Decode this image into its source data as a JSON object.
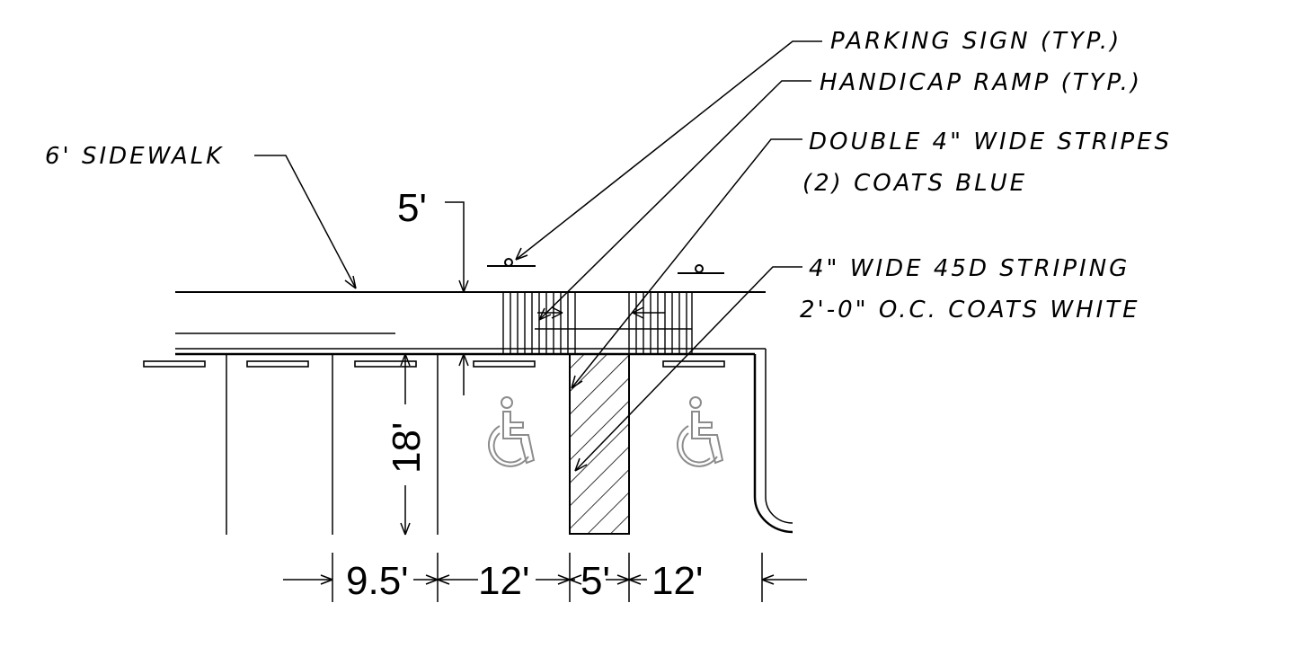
{
  "labels": {
    "parking_sign": "PARKING SIGN (TYP.)",
    "handicap_ramp": "HANDICAP RAMP (TYP.)",
    "stripes_line1": "DOUBLE 4\" WIDE STRIPES",
    "stripes_line2": "(2) COATS BLUE",
    "sidewalk": "6' SIDEWALK",
    "striping_line1": "4\" WIDE  45D STRIPING",
    "striping_line2": "2'-0\" O.C. COATS WHITE"
  },
  "dimensions": {
    "sidewalk_offset": "5'",
    "stall_depth": "18'",
    "stall_width": "9.5'",
    "hc_stall_1": "12'",
    "access_aisle": "5'",
    "hc_stall_2": "12'"
  },
  "colors": {
    "linework": "#000000",
    "handicap_symbol": "#8c8c8c"
  },
  "icons": [
    "parking-sign-icon",
    "handicap-symbol-icon"
  ]
}
